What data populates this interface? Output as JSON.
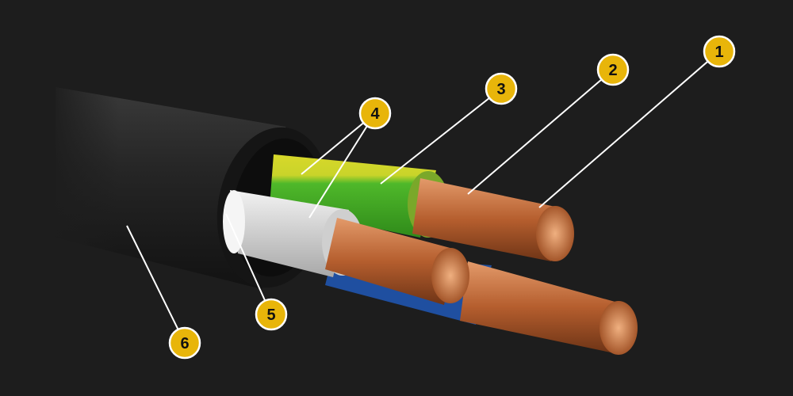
{
  "colors": {
    "background": "#1d1d1d",
    "badge_fill": "#e8b50a",
    "badge_border": "#ffffff",
    "jacket": "#2a2a2a",
    "insulation_green": "#4fb82a",
    "insulation_yellow": "#d8d82a",
    "insulation_white": "#e4e4e4",
    "insulation_blue": "#1f4fa0",
    "copper": "#c06a3a"
  },
  "callouts": [
    {
      "label": "1"
    },
    {
      "label": "2"
    },
    {
      "label": "3"
    },
    {
      "label": "4"
    },
    {
      "label": "5"
    },
    {
      "label": "6"
    }
  ]
}
